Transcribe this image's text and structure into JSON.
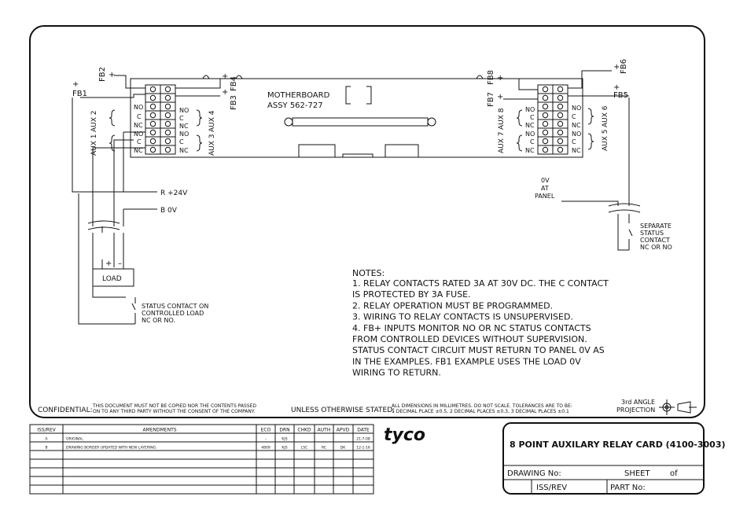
{
  "left_block": {
    "fb1": "FB1",
    "fb2": "FB2",
    "fb3": "FB3",
    "fb4": "FB4",
    "plus": "+",
    "aux2": "AUX 2",
    "aux1": "AUX 1",
    "aux4": "AUX 4",
    "aux3": "AUX 3",
    "terminals_left": [
      "NO",
      "C",
      "NC",
      "NO",
      "C",
      "NC"
    ],
    "terminals_right": [
      "NO",
      "C",
      "NC",
      "NO",
      "C",
      "NC"
    ]
  },
  "right_block": {
    "fb5": "FB5",
    "fb6": "FB6",
    "fb7": "FB7",
    "fb8": "FB8",
    "aux8": "AUX 8",
    "aux7": "AUX 7",
    "aux6": "AUX 6",
    "aux5": "AUX 5",
    "terminals_left": [
      "NO",
      "C",
      "NC",
      "NO",
      "C",
      "NC"
    ],
    "terminals_right": [
      "NO",
      "C",
      "NC",
      "NO",
      "C",
      "NC"
    ]
  },
  "motherboard": {
    "line1": "MOTHERBOARD",
    "line2": "ASSY 562-727"
  },
  "wiring": {
    "r_24v": "R  +24V",
    "b_0v": "B  0V",
    "load": "LOAD",
    "plus": "+",
    "minus": "–",
    "status_contact": [
      "STATUS CONTACT ON",
      "CONTROLLED LOAD",
      "NC OR NO."
    ],
    "panel_0v": [
      "0V",
      "AT",
      "PANEL"
    ],
    "separate": [
      "SEPARATE",
      "STATUS",
      "CONTACT",
      "NC OR NO"
    ]
  },
  "notes": {
    "heading": "NOTES:",
    "lines": [
      "1.   RELAY CONTACTS RATED 3A AT 30V DC. THE C CONTACT",
      "       IS PROTECTED BY 3A FUSE.",
      "2.   RELAY OPERATION MUST BE PROGRAMMED.",
      "3.   WIRING TO RELAY CONTACTS IS UNSUPERVISED.",
      "4.   FB+ INPUTS MONITOR NO OR NC STATUS CONTACTS",
      "       FROM CONTROLLED DEVICES WITHOUT SUPERVISION.",
      "       STATUS CONTACT CIRCUIT MUST RETURN TO PANEL 0V AS",
      "       IN THE EXAMPLES. FB1 EXAMPLE USES THE LOAD 0V",
      "       WIRING TO RETURN."
    ]
  },
  "footer": {
    "confidential": "CONFIDENTIAL:",
    "confidential_text": [
      "THIS DOCUMENT MUST NOT BE COPIED NOR THE CONTENTS PASSED",
      "ON TO ANY THIRD PARTY WITHOUT THE CONSENT OF THE COMPANY."
    ],
    "unless": "UNLESS OTHERWISE STATED:",
    "tolerance_text": [
      "ALL DIMENSIONS IN MILLIMETRES. DO NOT SCALE. TOLERANCES ARE TO BE:",
      "1 DECIMAL PLACE ±0.5, 2 DECIMAL PLACES ±0.3, 3 DECIMAL PLACES ±0.1"
    ],
    "projection": [
      "3rd ANGLE",
      "PROJECTION"
    ]
  },
  "revisions": {
    "headers": [
      "ISS/REV",
      "AMENDMENTS",
      "ECO",
      "DRN",
      "CHKD",
      "AUTH",
      "APVD",
      "DATE"
    ],
    "rows": [
      [
        "A",
        "ORIGINAL",
        "–",
        "KJS",
        "",
        "",
        "",
        "21-7-08"
      ],
      [
        "B",
        "DRAWING BORDER UPDATED WITH NEW LAYERING.",
        "4809",
        "KJS",
        "LSC",
        "RC",
        "DK",
        "12-1-16"
      ]
    ]
  },
  "brand": "tyco",
  "title_block": {
    "title": "8 POINT AUXILARY RELAY CARD (4100-3003)",
    "drawing_no": "DRAWING No:",
    "sheet": "SHEET",
    "of": "of",
    "iss_rev": "ISS/REV",
    "part_no": "PART No:"
  }
}
